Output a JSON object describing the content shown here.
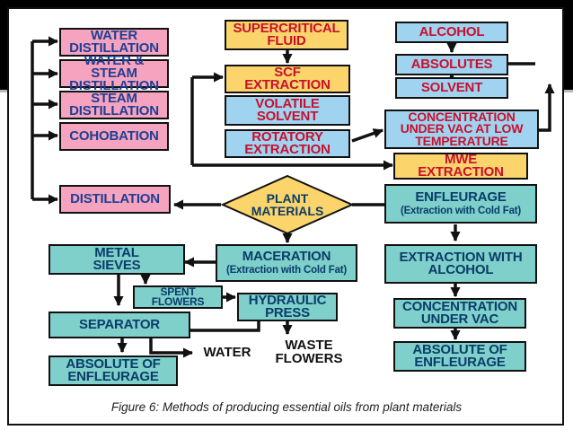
{
  "colors": {
    "pink": "#f5a3bf",
    "yellow": "#fbd46b",
    "blue": "#9fd3ef",
    "teal": "#7fcfca",
    "red_text": "#c8102e",
    "navy_text": "#1f3f92",
    "arrow": "#111111"
  },
  "diagram": {
    "nodes": {
      "water_distillation": "WATER\nDISTILLATION",
      "water_steam_distillation": "WATER & STEAM\nDISTILLATION",
      "steam_distillation": "STEAM\nDISTILLATION",
      "cohobation": "COHOBATION",
      "distillation": "DISTILLATION",
      "supercritical_fluid": "SUPERCRITICAL\nFLUID",
      "scf_extraction": "SCF\nEXTRACTION",
      "volatile_solvent": "VOLATILE\nSOLVENT",
      "rotatory_extraction": "ROTATORY\nEXTRACTION",
      "alcohol": "ALCOHOL",
      "absolutes": "ABSOLUTES",
      "solvent": "SOLVENT",
      "concentration_low_temp": "CONCENTRATION\nUNDER VAC AT LOW\nTEMPERATURE",
      "mwe_extraction": "MWE\nEXTRACTION",
      "plant_materials": "PLANT\nMATERIALS",
      "enfleurage": "ENFLEURAGE",
      "enfleurage_sub": "(Extraction with Cold Fat)",
      "maceration": "MACERATION",
      "maceration_sub": "(Extraction with Cold Fat)",
      "metal_sieves": "METAL\nSIEVES",
      "spent_flowers": "SPENT\nFLOWERS",
      "hydraulic_press": "HYDRAULIC\nPRESS",
      "separator": "SEPARATOR",
      "absolute_of_enfleurage_left": "ABSOLUTE OF\nENFLEURAGE",
      "water": "WATER",
      "waste_flowers": "WASTE\nFLOWERS",
      "extraction_with_alcohol": "EXTRACTION WITH\nALCOHOL",
      "concentration_under_vac": "CONCENTRATION\nUNDER VAC",
      "absolute_of_enfleurage_right": "ABSOLUTE OF\nENFLEURAGE"
    },
    "caption": "Figure 6: Methods of producing essential oils from plant materials"
  }
}
